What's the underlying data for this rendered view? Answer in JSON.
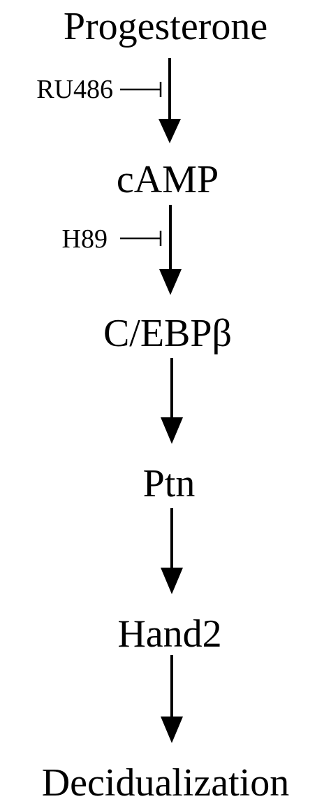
{
  "diagram": {
    "nodes": [
      {
        "id": "progesterone",
        "label": "Progesterone"
      },
      {
        "id": "camp",
        "label": "cAMP"
      },
      {
        "id": "cebpb",
        "label": "C/EBPβ"
      },
      {
        "id": "ptn",
        "label": "Ptn"
      },
      {
        "id": "hand2",
        "label": "Hand2"
      },
      {
        "id": "decidualization",
        "label": "Decidualization"
      }
    ],
    "edges": [
      {
        "from": "progesterone",
        "to": "camp",
        "inhibitor": "RU486"
      },
      {
        "from": "camp",
        "to": "cebpb",
        "inhibitor": "H89"
      },
      {
        "from": "cebpb",
        "to": "ptn",
        "inhibitor": null
      },
      {
        "from": "ptn",
        "to": "hand2",
        "inhibitor": null
      },
      {
        "from": "hand2",
        "to": "decidualization",
        "inhibitor": null
      }
    ],
    "colors": {
      "ink": "#000000",
      "background": "#ffffff"
    }
  }
}
